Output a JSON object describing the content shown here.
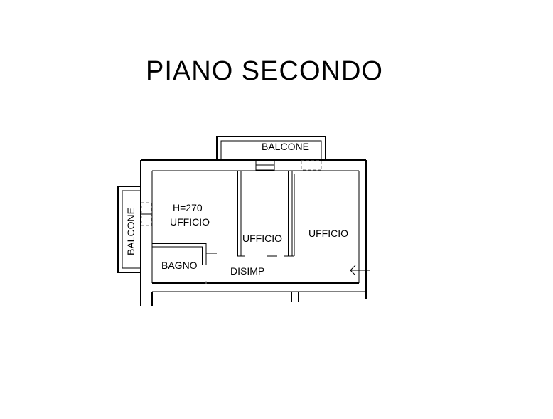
{
  "title": "PIANO SECONDO",
  "rooms": {
    "balcone_top": "BALCONE",
    "balcone_left": "BALCONE",
    "ufficio_1_height": "H=270",
    "ufficio_1": "UFFICIO",
    "ufficio_2": "UFFICIO",
    "ufficio_3": "UFFICIO",
    "bagno": "BAGNO",
    "disimp": "DISIMP"
  }
}
